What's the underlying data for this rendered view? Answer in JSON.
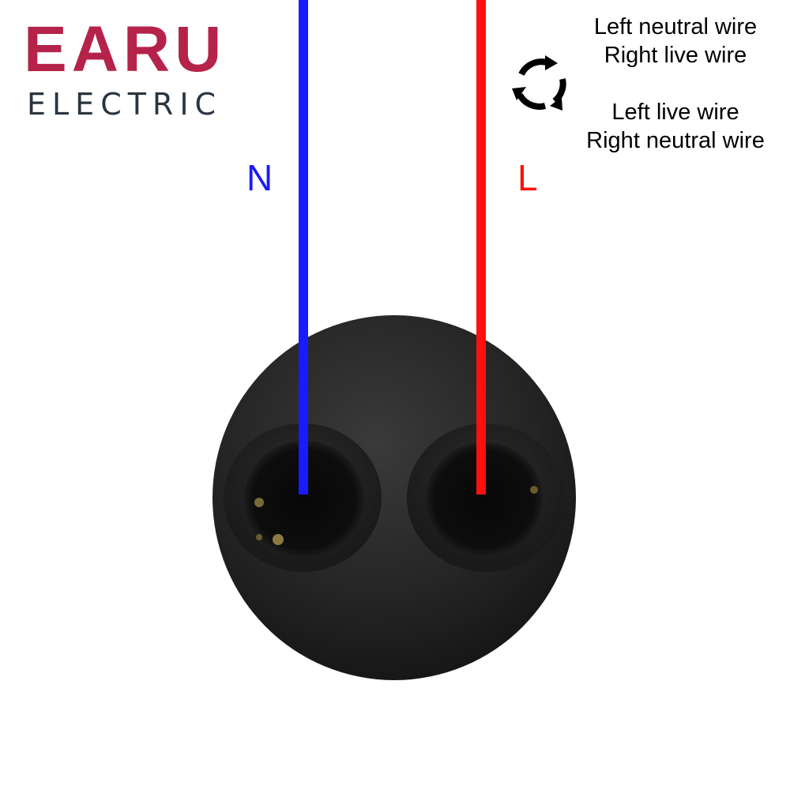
{
  "brand": {
    "name": "EARU",
    "tagline": "ELECTRIC",
    "color": "#b5234a",
    "tagline_color": "#2a3540"
  },
  "wiring_note": {
    "option_a": [
      "Left neutral wire",
      "Right live wire"
    ],
    "option_b": [
      "Left live wire",
      "Right neutral wire"
    ],
    "icon": "swap-arrows-icon"
  },
  "wires": {
    "neutral": {
      "label": "N",
      "color": "#1a1aff"
    },
    "live": {
      "label": "L",
      "color": "#ff1010"
    }
  },
  "socket": {
    "body_color": "#202020"
  }
}
